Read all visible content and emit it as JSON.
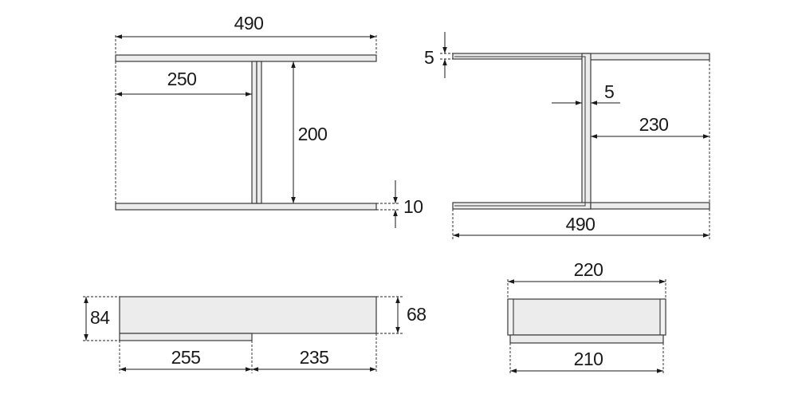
{
  "dimensions": {
    "h_beam": {
      "flange_length": "490",
      "half_flange": "250",
      "web_height": "200",
      "flange_thickness": "10"
    },
    "c_channel": {
      "flange_thickness": "5",
      "web_thickness": "5",
      "flange_length": "230",
      "overall_length": "490"
    },
    "base_plate": {
      "height_left": "84",
      "height_right": "68",
      "left_segment": "255",
      "right_segment": "235"
    },
    "tray": {
      "outer_width": "220",
      "inner_width": "210"
    }
  }
}
